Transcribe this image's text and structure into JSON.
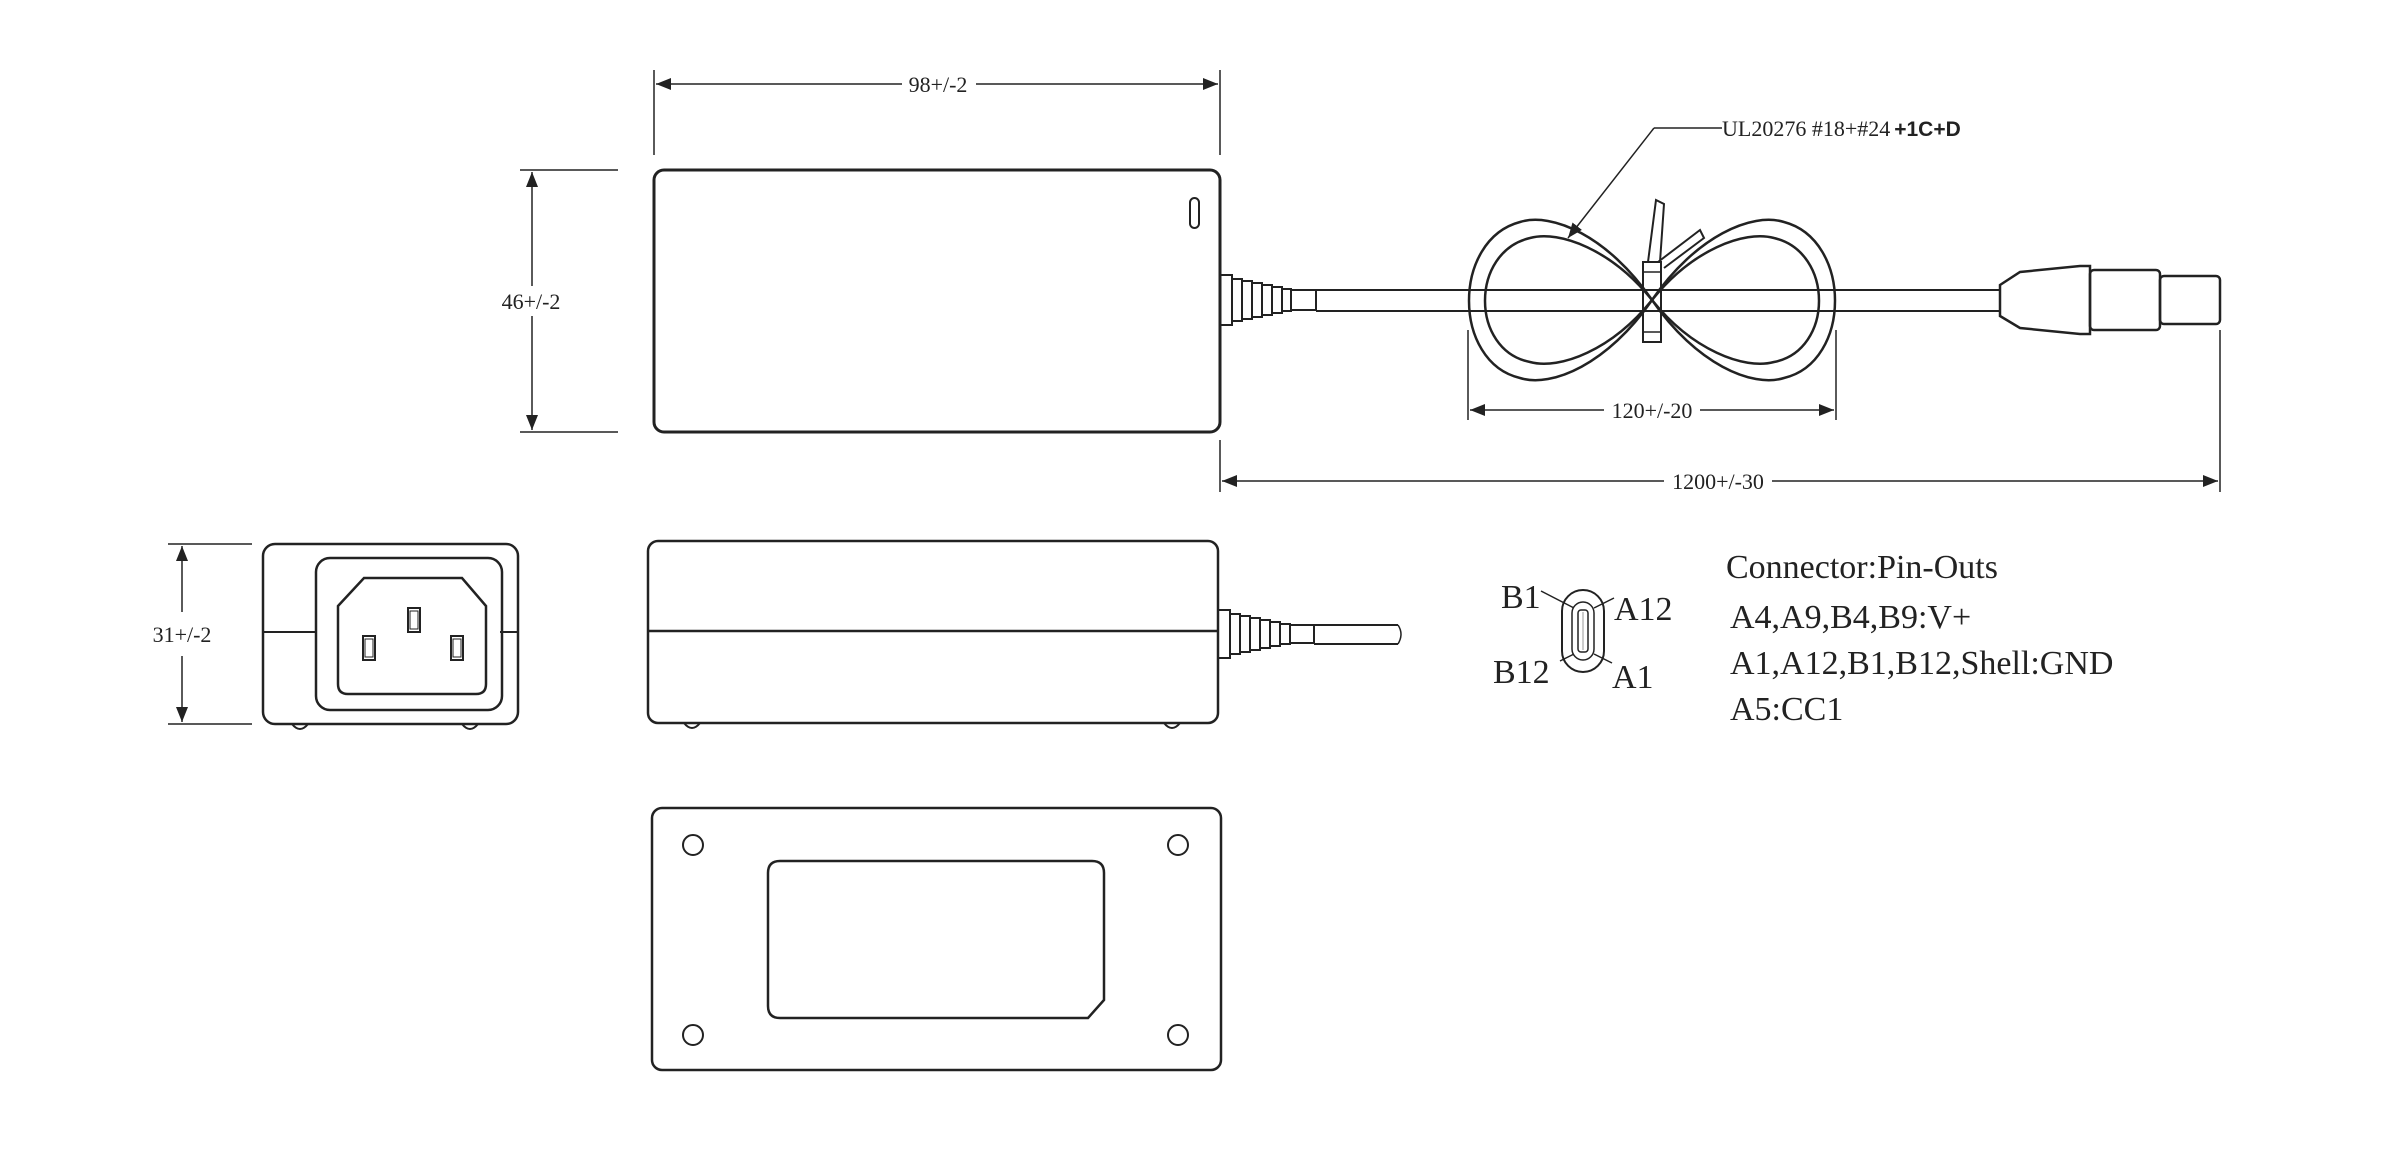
{
  "dimensions": {
    "body_length": "98+/-2",
    "body_width": "46+/-2",
    "body_height": "31+/-2",
    "coil_length": "120+/-20",
    "cable_length": "1200+/-30"
  },
  "cable_spec": {
    "main": "UL20276 #18+#24",
    "suffix": "+1C+D"
  },
  "connector_pins": {
    "b1": "B1",
    "a12": "A12",
    "b12": "B12",
    "a1": "A1"
  },
  "pinout": {
    "title": "Connector:Pin-Outs",
    "lines": [
      "A4,A9,B4,B9:V+",
      "A1,A12,B1,B12,Shell:GND",
      "A5:CC1"
    ]
  }
}
